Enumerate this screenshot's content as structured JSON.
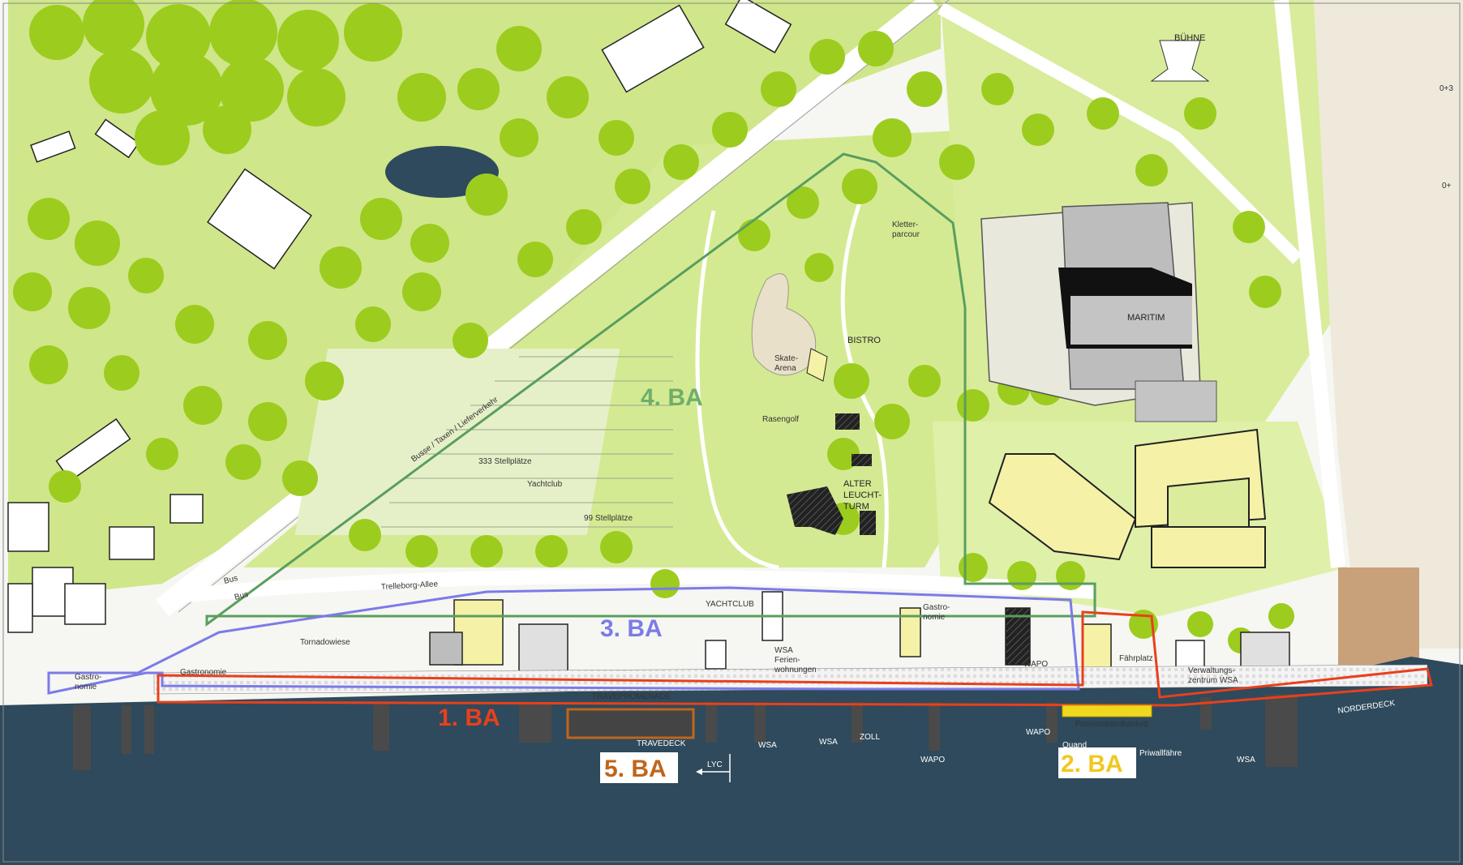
{
  "colors": {
    "water": "#2e4a5c",
    "lawn": "#cfe68a",
    "lawn_dark": "#b5d66a",
    "tree": "#9ccc1e",
    "building_yellow": "#f5f2a8",
    "ba1": "#e8401c",
    "ba2": "#f0d81e",
    "ba3": "#7b7be8",
    "ba4": "#5a9e5e",
    "ba5": "#c0651c",
    "deck": "#c8a07a"
  },
  "labels": {
    "ba1": "1. BA",
    "ba2": "2. BA",
    "ba3": "3. BA",
    "ba4": "4. BA",
    "ba5": "5. BA",
    "maritim": "MARITIM",
    "bistro": "BISTRO",
    "buehne": "BÜHNE",
    "skate": "Skate-",
    "skate2": "Arena",
    "kletter": "Kletter-",
    "kletter2": "parcour",
    "alter1": "ALTER",
    "alter2": "LEUCHT-",
    "alter3": "TURM",
    "rasengolf": "Rasengolf",
    "stellplaetze333": "333 Stellplätze",
    "stellplaetze99": "99 Stellplätze",
    "yachtclub_parking": "Yachtclub",
    "bus_label": "Busse / Taxen / Lieferverkehr",
    "bus1": "Bus",
    "bus2": "Bus",
    "trelleborg": "Trelleborg-Allee",
    "tornadowiese": "Tornadowiese",
    "gastro1a": "Gastro-",
    "gastro1b": "nomie",
    "gastronomie": "Gastronomie",
    "gastro3": "Gastro-",
    "gastro3b": "nomie",
    "yachtclub": "YACHTCLUB",
    "wsa_ferien1": "WSA",
    "wsa_ferien2": "Ferien-",
    "wsa_ferien3": "wohnungen",
    "wapo_building": "WAPO",
    "faehrplatz": "Fährplatz",
    "verwaltung1": "Verwaltungs-",
    "verwaltung2": "zentrum WSA",
    "travepromenade": "TRAVEPROMENADE",
    "travedeck": "TRAVEDECK",
    "norderdeck": "NORDERDECK",
    "promenadenbankett": "Promenadenbankett",
    "lyc": "LYC",
    "wsa1": "WSA",
    "wsa2": "WSA",
    "wsa3": "WSA",
    "zoll": "ZOLL",
    "wapo1": "WAPO",
    "wapo2": "WAPO",
    "quand": "Quand",
    "priwall": "Priwallfähre",
    "station1": "0+3",
    "station2": "0+"
  }
}
